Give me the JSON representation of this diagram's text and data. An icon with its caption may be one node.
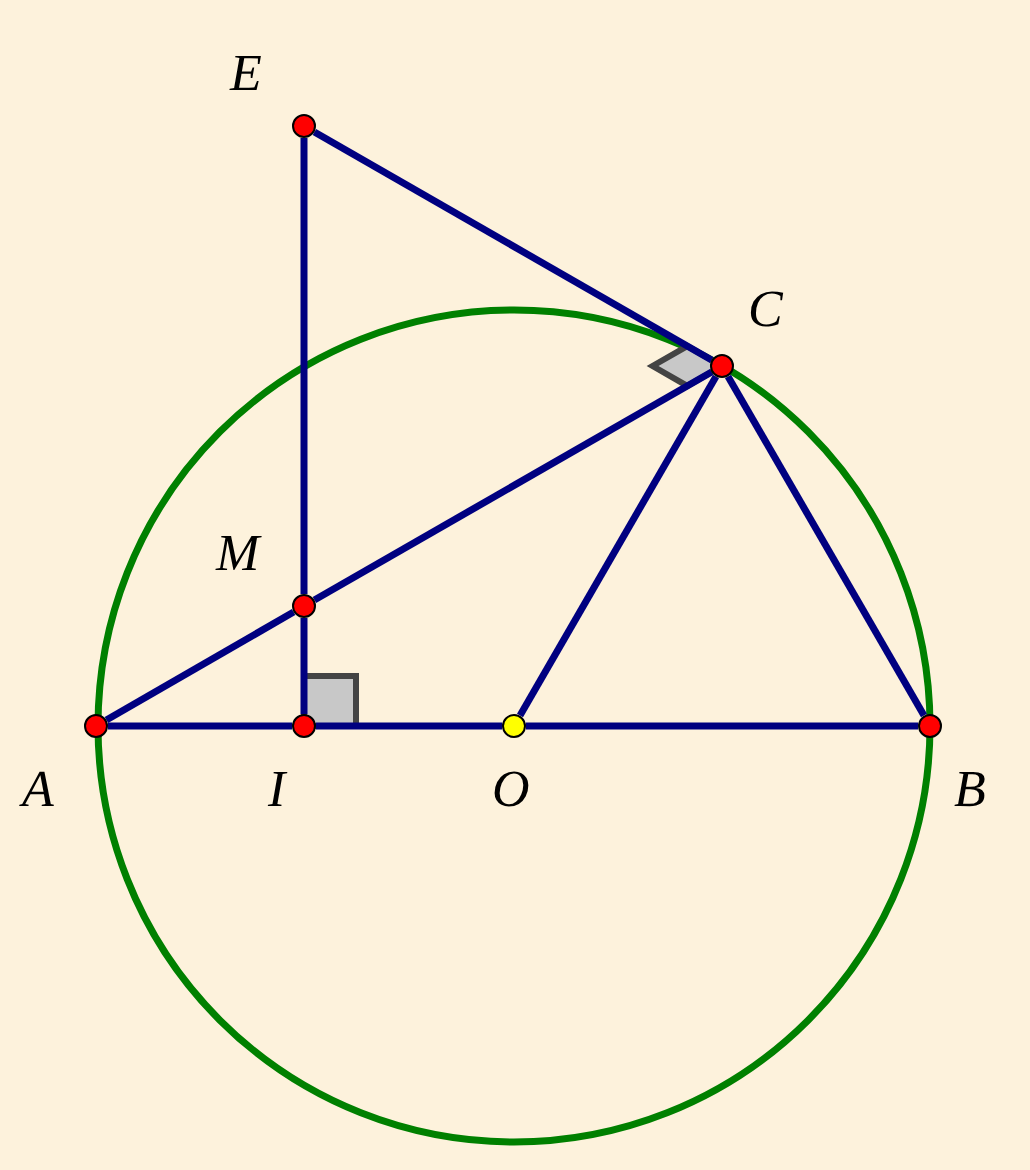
{
  "diagram": {
    "nodes": [
      {
        "text": [],
        "shape": "circle",
        "beside": [
          "E"
        ]
      },
      {
        "text": [],
        "shape": "circle",
        "beside": [
          "C"
        ]
      },
      {
        "text": [],
        "shape": "circle",
        "beside": [
          "M"
        ]
      },
      {
        "text": [],
        "shape": "circle",
        "beside": [
          "A"
        ]
      },
      {
        "text": [],
        "shape": "circle",
        "beside": [
          "I"
        ]
      },
      {
        "text": [],
        "shape": "circle",
        "beside": [
          "O"
        ]
      },
      {
        "text": [],
        "shape": "circle",
        "beside": [
          "B"
        ]
      }
    ],
    "edges": [
      {
        "from": 0,
        "to": 1,
        "arrow": "none"
      },
      {
        "from": 0,
        "to": 2,
        "arrow": "none"
      },
      {
        "from": 2,
        "to": 4,
        "arrow": "none"
      },
      {
        "from": 3,
        "to": 2,
        "arrow": "none"
      },
      {
        "from": 2,
        "to": 1,
        "arrow": "none"
      },
      {
        "from": 5,
        "to": 1,
        "arrow": "none"
      },
      {
        "from": 1,
        "to": 6,
        "arrow": "none"
      },
      {
        "from": 3,
        "to": 4,
        "arrow": "none"
      },
      {
        "from": 4,
        "to": 5,
        "arrow": "none"
      },
      {
        "from": 5,
        "to": 6,
        "arrow": "none"
      }
    ]
  }
}
